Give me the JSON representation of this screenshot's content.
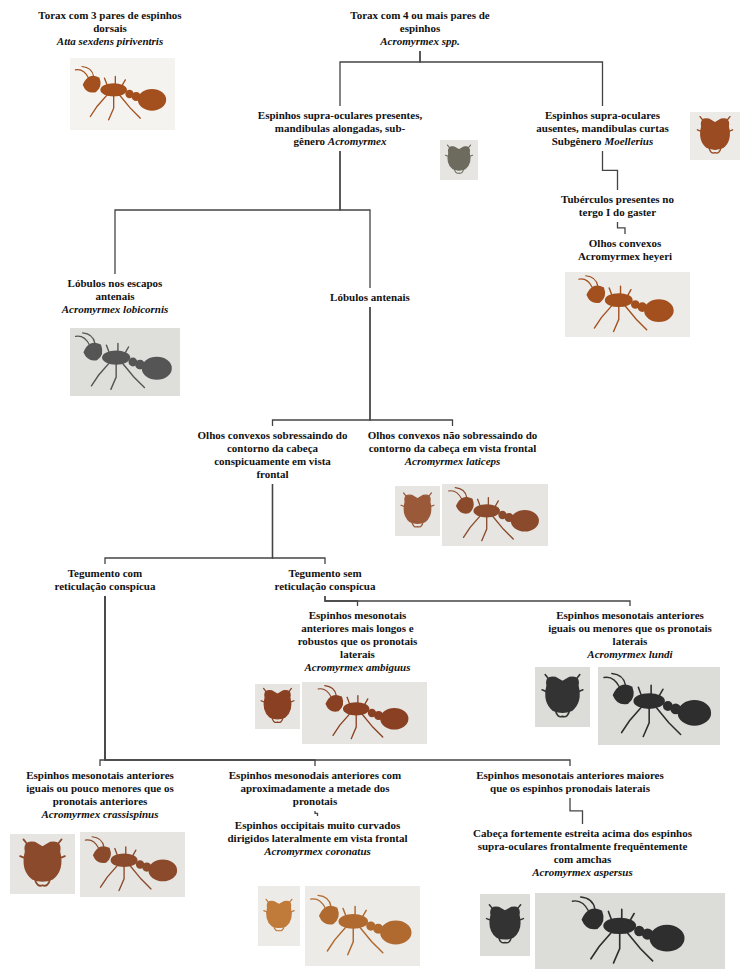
{
  "diagram": {
    "nodes": [
      {
        "text": [
          "Torax com 3 pares de espinhos dorsais",
          "Atta sexdens piriventris"
        ]
      },
      {
        "text": [
          "Torax com 4 ou mais pares de espinhos",
          "Acromyrmex spp."
        ]
      },
      {
        "text": [
          "Espinhos supra-oculares presentes, mandibulas alongadas, sub-gênero",
          "Acromyrmex"
        ]
      },
      {
        "text": [
          "Espinhos supra-oculares ausentes, mandibulas curtas Subgênero",
          "Moellerius"
        ]
      },
      {
        "text": [
          "Tubérculos presentes no tergo I do gaster"
        ]
      },
      {
        "text": [
          "Olhos convexos",
          "Acromyrmex heyeri"
        ]
      },
      {
        "text": [
          "Lóbulos nos escapos antenais",
          "Acromyrmex lobicornis"
        ]
      },
      {
        "text": [
          "Lóbulos antenais"
        ]
      },
      {
        "text": [
          "Olhos convexos sobressaindo do contorno da cabeça conspicuamente em vista frontal"
        ]
      },
      {
        "text": [
          "Olhos convexos não sobressaindo do contorno da cabeça em vista frontal",
          "Acromyrmex laticeps"
        ]
      },
      {
        "text": [
          "Tegumento com reticulação conspícua"
        ]
      },
      {
        "text": [
          "Tegumento sem reticulação conspícua"
        ]
      },
      {
        "text": [
          "Espinhos mesonotais anteriores mais longos e robustos que os pronotais laterais",
          "Acromyrmex ambiguus"
        ]
      },
      {
        "text": [
          "Espinhos mesonotais anteriores iguais ou menores que os pronotais laterais",
          "Acromyrmex lundi"
        ]
      },
      {
        "text": [
          "Espinhos mesonotais anteriores iguais ou pouco menores que os pronotais anteriores",
          "Acromyrmex crassispinus"
        ]
      },
      {
        "text": [
          "Espinhos mesonodais anteriores com aproximadamente a metade dos pronotais"
        ]
      },
      {
        "text": [
          "Espinhos occipitais muito curvados dirigidos lateralmente em vista frontal",
          "Acromyrmex coronatus"
        ]
      },
      {
        "text": [
          "Espinhos mesonotais anteriores maiores que os espinhos pronodais laterais"
        ]
      },
      {
        "text": [
          "Cabeça fortemente estreita acima dos espinhos supra-oculares frontalmente frequêntemente com amchas",
          "Acromyrmex aspersus"
        ]
      }
    ],
    "edges": [
      {
        "from": 1,
        "to": 2,
        "arrow": "none"
      },
      {
        "from": 1,
        "to": 3,
        "arrow": "none"
      },
      {
        "from": 2,
        "to": 6,
        "arrow": "none"
      },
      {
        "from": 2,
        "to": 7,
        "arrow": "none"
      },
      {
        "from": 3,
        "to": 4,
        "arrow": "none"
      },
      {
        "from": 4,
        "to": 5,
        "arrow": "none"
      },
      {
        "from": 7,
        "to": 8,
        "arrow": "none"
      },
      {
        "from": 7,
        "to": 9,
        "arrow": "none"
      },
      {
        "from": 8,
        "to": 10,
        "arrow": "none"
      },
      {
        "from": 8,
        "to": 11,
        "arrow": "none"
      },
      {
        "from": 11,
        "to": 12,
        "arrow": "none"
      },
      {
        "from": 11,
        "to": 13,
        "arrow": "none"
      },
      {
        "from": 10,
        "to": 14,
        "arrow": "none"
      },
      {
        "from": 10,
        "to": 15,
        "arrow": "none"
      },
      {
        "from": 10,
        "to": 17,
        "arrow": "none"
      },
      {
        "from": 15,
        "to": 16,
        "arrow": "none"
      },
      {
        "from": 17,
        "to": 18,
        "arrow": "none"
      }
    ]
  }
}
